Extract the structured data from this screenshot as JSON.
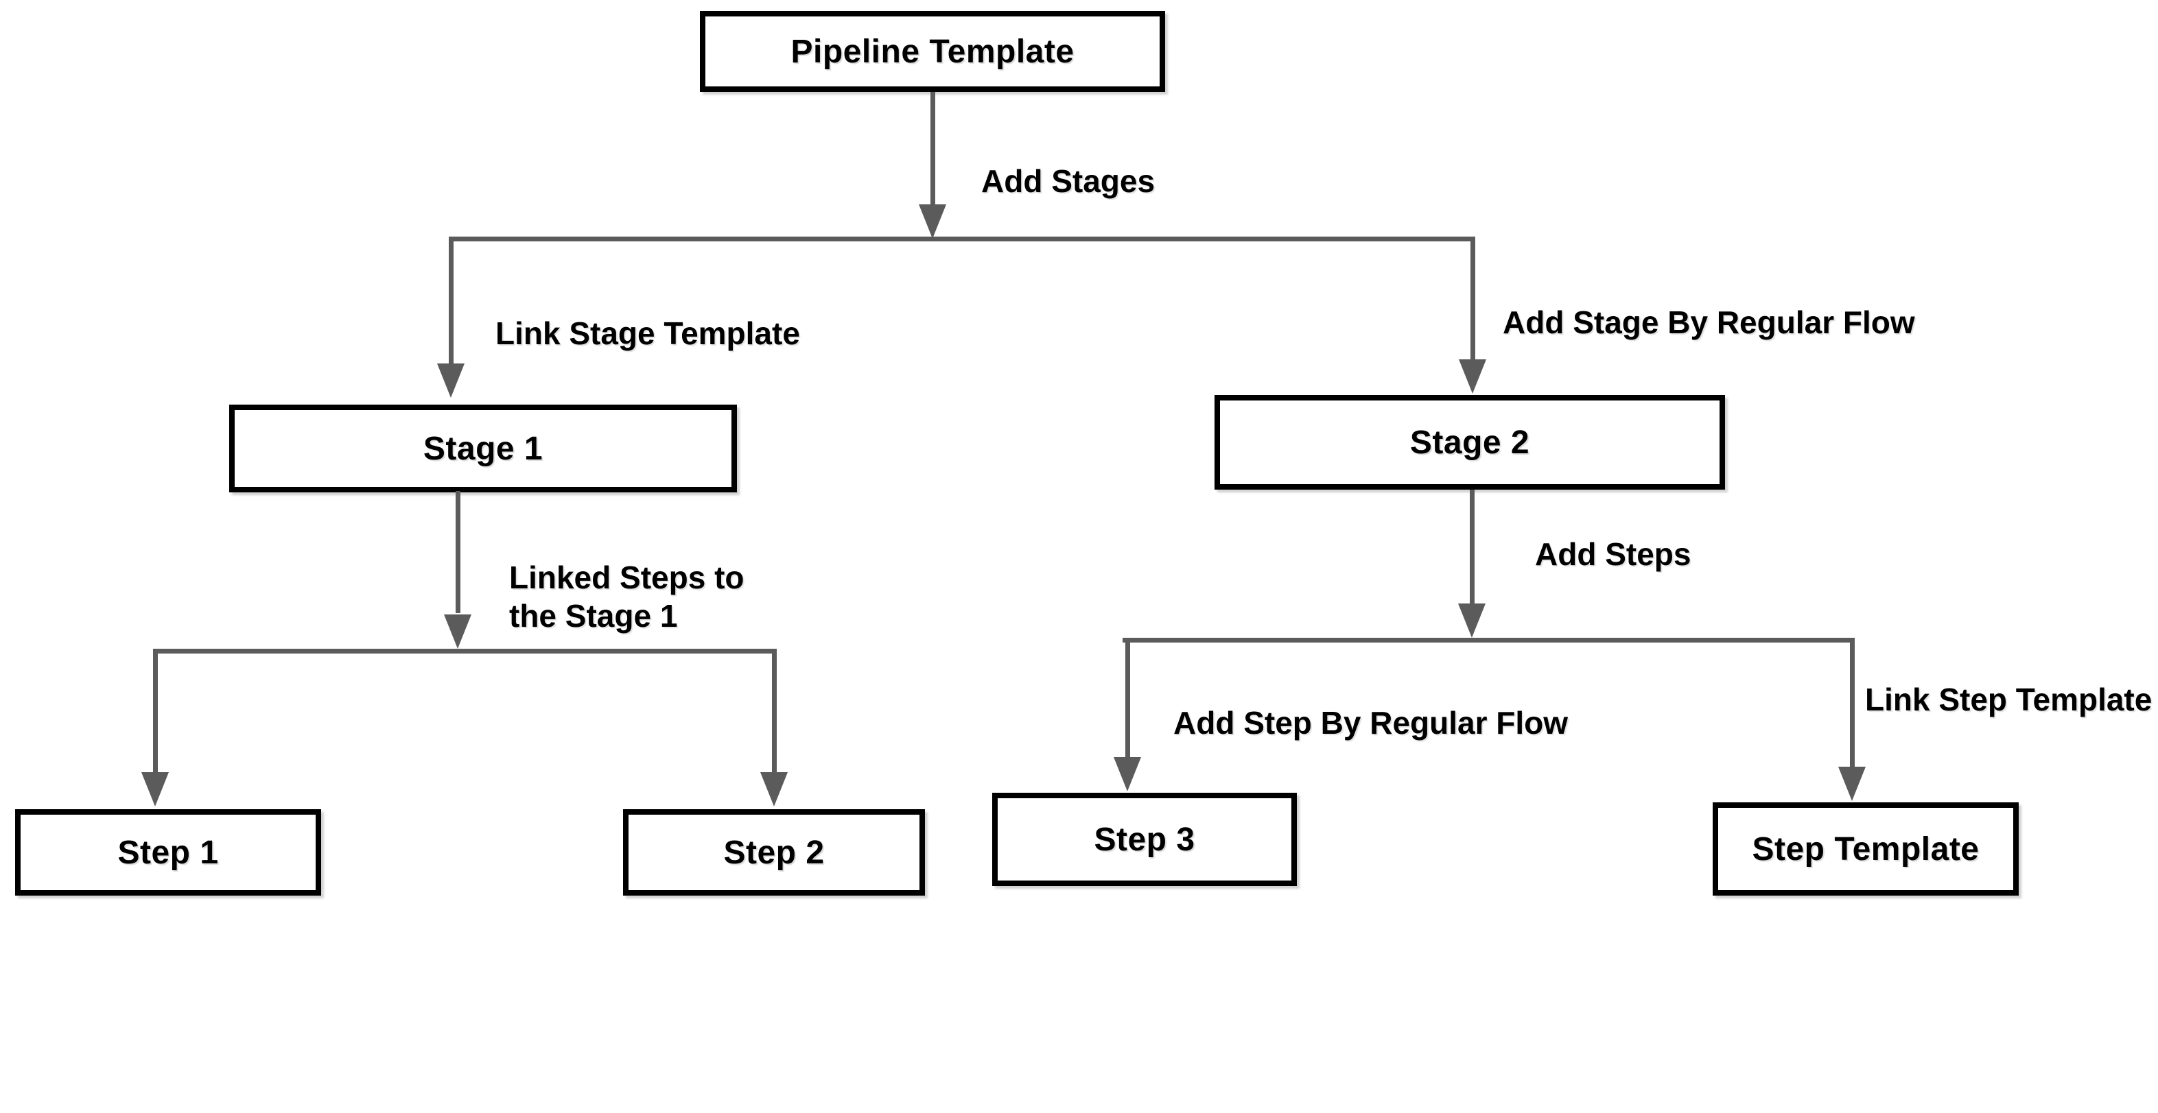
{
  "diagram": {
    "type": "flowchart",
    "background_color": "#ffffff",
    "colors": {
      "connector_line": "#5b5b5b",
      "box_border": "#000000",
      "box_fill": "#ffffff",
      "text": "#000000"
    },
    "nodes": {
      "pipeline_template": {
        "label": "Pipeline Template"
      },
      "stage1": {
        "label": "Stage 1"
      },
      "stage2": {
        "label": "Stage 2"
      },
      "step1": {
        "label": "Step 1"
      },
      "step2": {
        "label": "Step 2"
      },
      "step3": {
        "label": "Step 3"
      },
      "step_template": {
        "label": "Step Template"
      }
    },
    "edge_labels": {
      "add_stages": "Add Stages",
      "link_stage_template": "Link Stage Template",
      "add_stage_by_regular_flow": "Add Stage By Regular Flow",
      "linked_steps_to_stage1": "Linked Steps to\nthe Stage 1",
      "add_steps": "Add Steps",
      "add_step_by_regular_flow": "Add Step By Regular Flow",
      "link_step_template": "Link Step Template"
    },
    "edges": [
      {
        "from": "pipeline_template",
        "to": "stage1",
        "labels": [
          "add_stages",
          "link_stage_template"
        ]
      },
      {
        "from": "pipeline_template",
        "to": "stage2",
        "labels": [
          "add_stages",
          "add_stage_by_regular_flow"
        ]
      },
      {
        "from": "stage1",
        "to": "step1",
        "labels": [
          "linked_steps_to_stage1"
        ]
      },
      {
        "from": "stage1",
        "to": "step2",
        "labels": [
          "linked_steps_to_stage1"
        ]
      },
      {
        "from": "stage2",
        "to": "step3",
        "labels": [
          "add_steps",
          "add_step_by_regular_flow"
        ]
      },
      {
        "from": "stage2",
        "to": "step_template",
        "labels": [
          "add_steps",
          "link_step_template"
        ]
      }
    ]
  }
}
